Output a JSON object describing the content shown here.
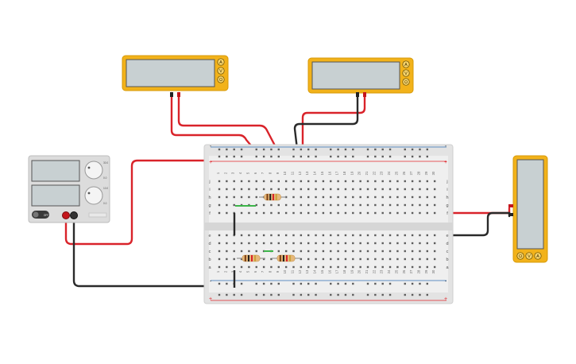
{
  "colors": {
    "background": "#ffffff",
    "meter_body": "#f2b21a",
    "meter_border": "#d79a08",
    "meter_screen": "#c8d0d2",
    "wire_red": "#d9232a",
    "wire_black": "#2a2a2a",
    "board": "#e3e3e3",
    "board_panel": "#efefef",
    "rail_red": "#e0262c",
    "rail_blue": "#2f6fb5",
    "hole": "#5c5c5c",
    "supply_body": "#dcdcdc",
    "jumper_green": "#3db54a"
  },
  "multimeters": [
    {
      "name": "multimeter-left",
      "buttons": [
        "A",
        "V",
        "Ω"
      ]
    },
    {
      "name": "multimeter-center",
      "buttons": [
        "A",
        "V",
        "Ω"
      ]
    },
    {
      "name": "multimeter-right",
      "buttons": [
        "Ω",
        "V",
        "A"
      ]
    }
  ],
  "power_supply": {
    "scale_top": [
      "30.0",
      "0.0"
    ],
    "scale_bottom": [
      "10.0",
      "0.0"
    ],
    "on_label": "OFF",
    "knob_icon": "knob-icon"
  },
  "breadboard": {
    "rail_signs": [
      "-",
      "+"
    ],
    "row_letters_top": [
      "j",
      "i",
      "h",
      "g",
      "f"
    ],
    "row_letters_bottom": [
      "e",
      "d",
      "c",
      "b",
      "a"
    ],
    "columns": [
      "1",
      "2",
      "3",
      "4",
      "5",
      "6",
      "7",
      "8",
      "9",
      "10",
      "11",
      "12",
      "13",
      "14",
      "15",
      "16",
      "17",
      "18",
      "19",
      "20",
      "21",
      "22",
      "23",
      "24",
      "25",
      "26",
      "27",
      "28",
      "29",
      "30"
    ]
  }
}
